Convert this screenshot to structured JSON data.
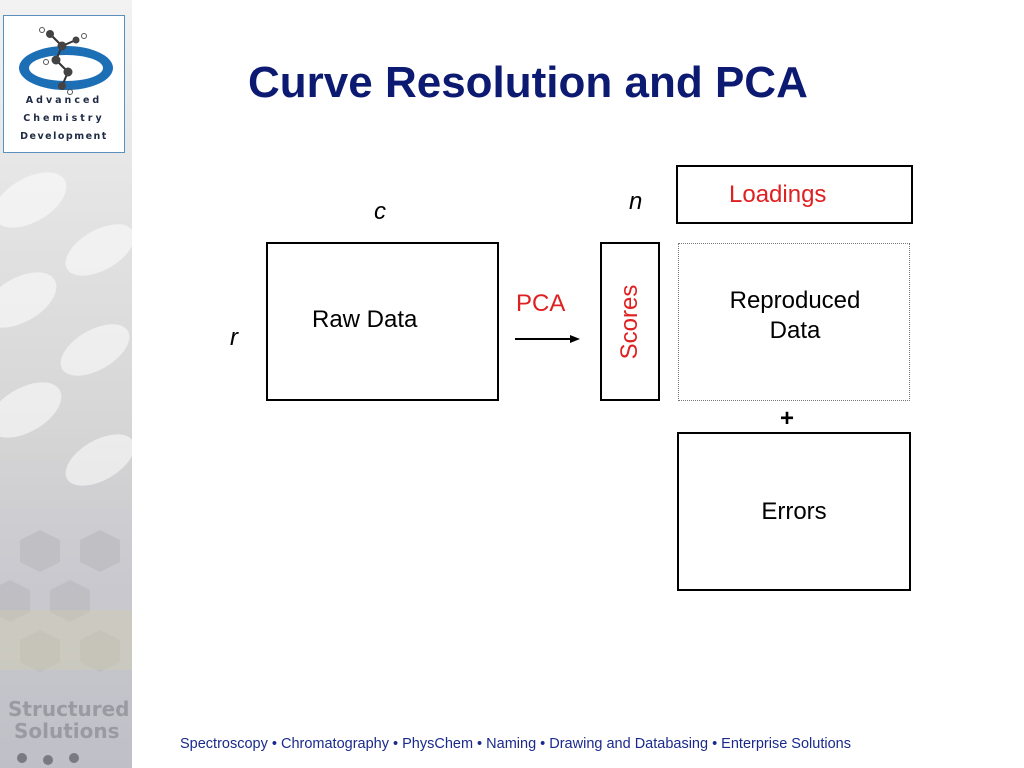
{
  "logo": {
    "line1": "Advanced",
    "line2": "Chemistry",
    "line3": "Development"
  },
  "sidebar": {
    "brand_line1": "Structured",
    "brand_line2": "Solutions"
  },
  "title": "Curve Resolution and PCA",
  "diagram": {
    "dim_c": "c",
    "dim_r": "r",
    "dim_n": "n",
    "raw_data": "Raw Data",
    "pca": "PCA",
    "scores": "Scores",
    "loadings": "Loadings",
    "reproduced_line1": "Reproduced",
    "reproduced_line2": "Data",
    "plus": "+",
    "errors": "Errors"
  },
  "footer": "Spectroscopy  • Chromatography • PhysChem • Naming • Drawing and Databasing • Enterprise Solutions",
  "colors": {
    "title": "#0d1a72",
    "accent_red": "#e02020",
    "footer": "#1a2a8c"
  }
}
